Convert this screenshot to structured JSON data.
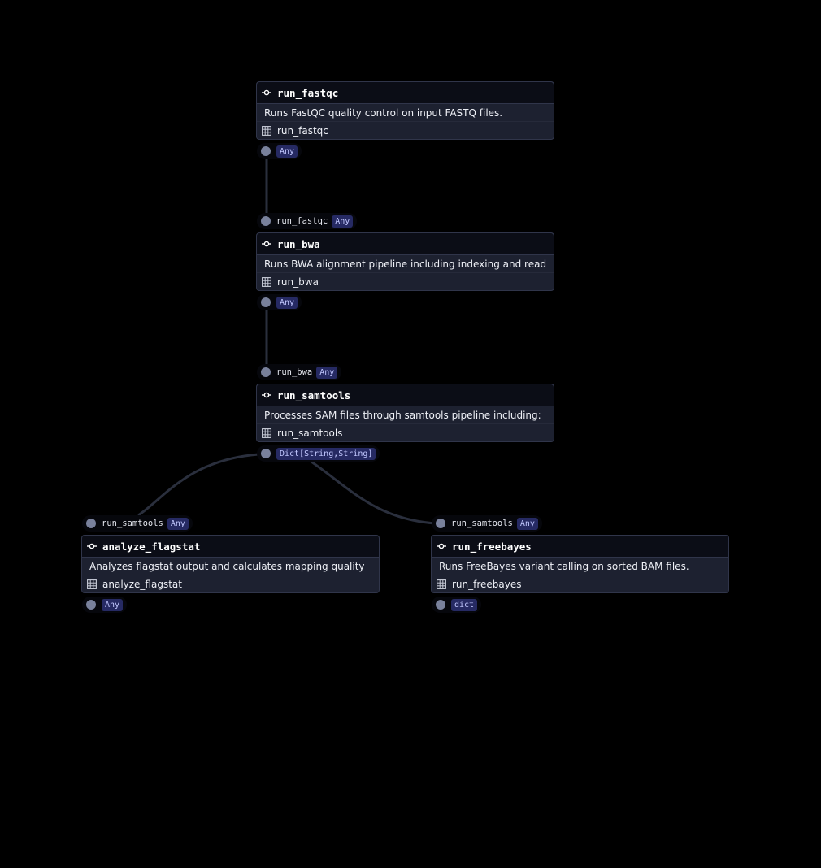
{
  "nodes": [
    {
      "id": "run_fastqc",
      "title": "run_fastqc",
      "description": "Runs FastQC quality control on input FASTQ files.",
      "asset": "run_fastqc",
      "output": {
        "type": "Any"
      }
    },
    {
      "id": "run_bwa",
      "title": "run_bwa",
      "description": "Runs BWA alignment pipeline including indexing and read",
      "asset": "run_bwa",
      "input": {
        "name": "run_fastqc",
        "type": "Any"
      },
      "output": {
        "type": "Any"
      }
    },
    {
      "id": "run_samtools",
      "title": "run_samtools",
      "description": "Processes SAM files through samtools pipeline including:",
      "asset": "run_samtools",
      "input": {
        "name": "run_bwa",
        "type": "Any"
      },
      "output": {
        "type": "Dict[String,String]"
      }
    },
    {
      "id": "analyze_flagstat",
      "title": "analyze_flagstat",
      "description": "Analyzes flagstat output and calculates mapping quality",
      "asset": "analyze_flagstat",
      "input": {
        "name": "run_samtools",
        "type": "Any"
      },
      "output": {
        "type": "Any"
      }
    },
    {
      "id": "run_freebayes",
      "title": "run_freebayes",
      "description": "Runs FreeBayes variant calling on sorted BAM files.",
      "asset": "run_freebayes",
      "input": {
        "name": "run_samtools",
        "type": "Any"
      },
      "output": {
        "type": "dict"
      }
    }
  ],
  "edges": [
    {
      "from": "run_fastqc",
      "to": "run_bwa"
    },
    {
      "from": "run_bwa",
      "to": "run_samtools"
    },
    {
      "from": "run_samtools",
      "to": "analyze_flagstat"
    },
    {
      "from": "run_samtools",
      "to": "run_freebayes"
    }
  ],
  "colors": {
    "background": "#000000",
    "node_body": "#1d2130",
    "node_header": "#0b0d16",
    "edge": "#2a2f3d",
    "port_dot": "#79819c",
    "type_badge_bg": "#262a63",
    "type_badge_text": "#c2c8ff"
  },
  "icons": {
    "op": "op-icon",
    "asset": "table-icon",
    "port": "port-dot"
  }
}
